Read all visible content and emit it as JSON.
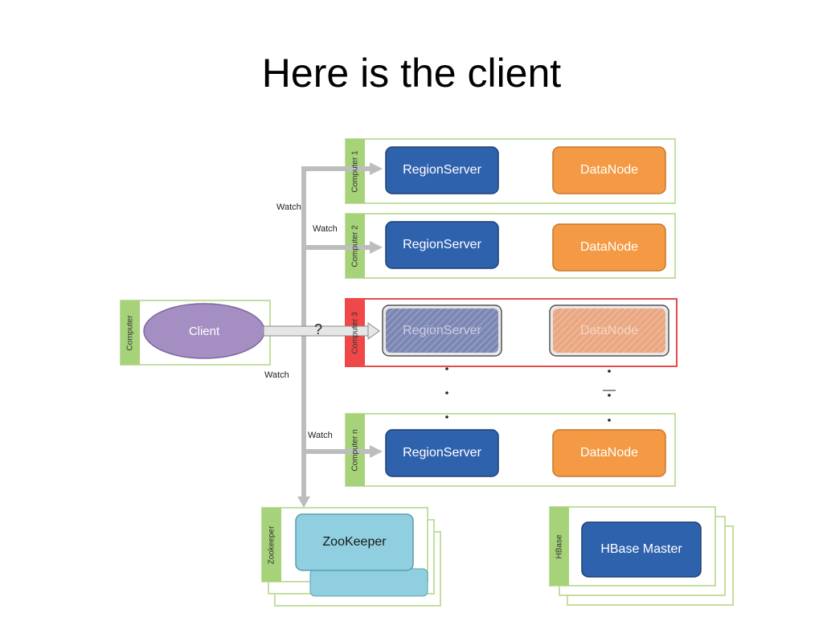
{
  "title": "Here is the client",
  "client": {
    "label": "Client",
    "container_label": "Computer",
    "question_mark": "?"
  },
  "computers": [
    {
      "label": "Computer 1",
      "region_server": "RegionServer",
      "data_node": "DataNode",
      "watch": "Watch",
      "status": "ok"
    },
    {
      "label": "Computer 2",
      "region_server": "RegionServer",
      "data_node": "DataNode",
      "watch": "Watch",
      "status": "ok"
    },
    {
      "label": "Computer 3",
      "region_server": "RegionServer",
      "data_node": "DataNode",
      "status": "failed"
    },
    {
      "label": "Computer n",
      "region_server": "RegionServer",
      "data_node": "DataNode",
      "watch": "Watch",
      "status": "ok"
    }
  ],
  "client_watch": "Watch",
  "zookeeper": {
    "container_label": "Zookeeper",
    "label": "ZooKeeper"
  },
  "hbase": {
    "container_label": "HBase",
    "label": "HBase Master"
  },
  "colors": {
    "container_border": "#c3dfa0",
    "container_tab": "#a6d27a",
    "failed_border": "#e84a4a",
    "failed_tab": "#f04848",
    "region_server": "#2f62ad",
    "data_node": "#f49a44",
    "client": "#a58fc2",
    "zookeeper": "#8fcfdf",
    "hbase_master": "#2f62ad",
    "arrow": "#bdbdbd"
  }
}
